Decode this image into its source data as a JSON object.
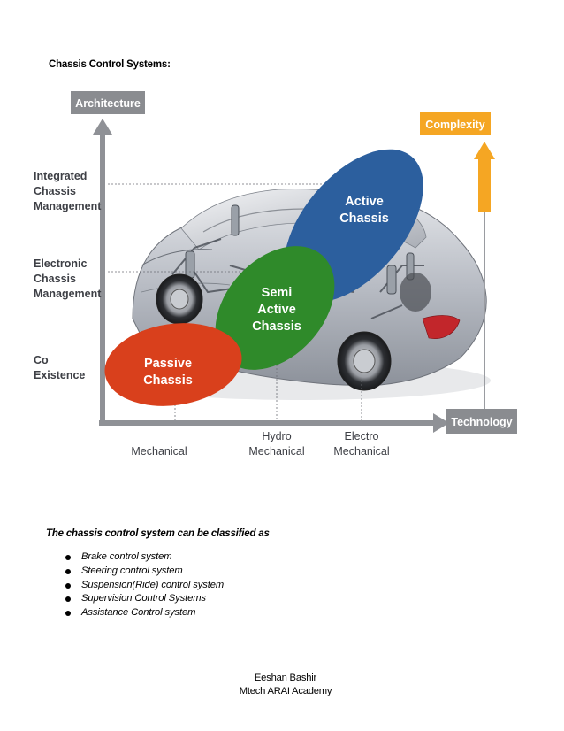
{
  "heading": "Chassis Control Systems:",
  "figure": {
    "y_axis_label": "Architecture",
    "x_axis_label": "Technology",
    "complexity_label": "Complexity",
    "levels": [
      [
        "Integrated",
        "Chassis",
        "Management"
      ],
      [
        "Electronic",
        "Chassis",
        "Management"
      ],
      [
        "Co",
        "Existence"
      ]
    ],
    "categories": [
      [
        "Mechanical"
      ],
      [
        "Hydro",
        "Mechanical"
      ],
      [
        "Electro",
        "Mechanical"
      ]
    ],
    "ellipses": [
      {
        "lines": [
          "Passive",
          "Chassis"
        ],
        "color": "#d9401c"
      },
      {
        "lines": [
          "Semi",
          "Active",
          "Chassis"
        ],
        "color": "#2f8a2a"
      },
      {
        "lines": [
          "Active",
          "Chassis"
        ],
        "color": "#2c5f9e"
      }
    ],
    "colors": {
      "axis_box": "#8a8c90",
      "axis_line": "#8f9196",
      "complexity": "#f5a623"
    }
  },
  "intro": "The chassis control system can be classified as",
  "bullets": [
    "Brake control system",
    "Steering control system",
    "Suspension(Ride) control system",
    "Supervision Control Systems",
    "Assistance Control system"
  ],
  "footer": {
    "line1": "Eeshan Bashir",
    "line2": "Mtech ARAI Academy"
  }
}
